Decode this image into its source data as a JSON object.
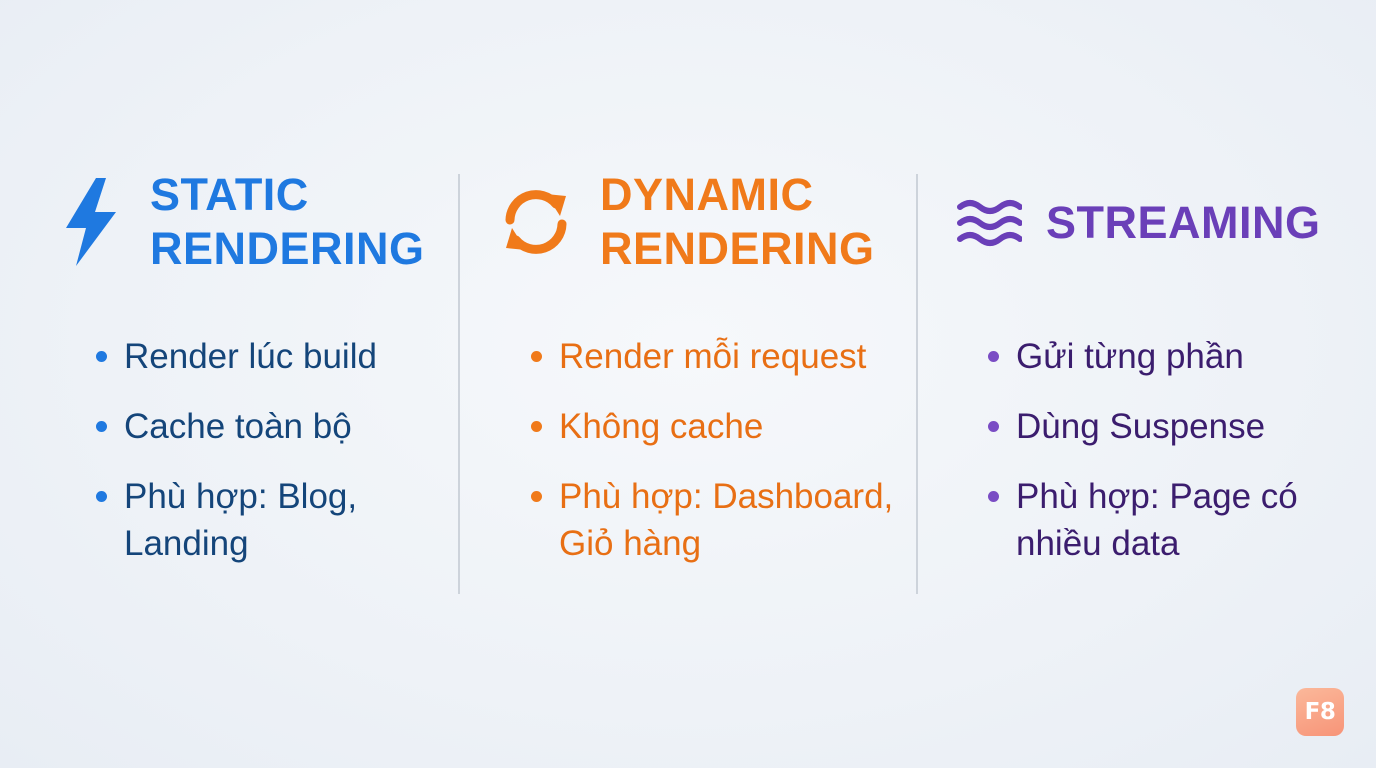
{
  "columns": {
    "static": {
      "icon": "lightning-bolt-icon",
      "title_line1": "STATIC",
      "title_line2": "RENDERING",
      "color": "#1f79e0",
      "bullets": [
        {
          "line1": "Render lúc build",
          "line2": ""
        },
        {
          "line1": "Cache toàn bộ",
          "line2": ""
        },
        {
          "line1": "Phù hợp: Blog,",
          "line2": "Landing"
        }
      ]
    },
    "dynamic": {
      "icon": "refresh-cycle-icon",
      "title_line1": "DYNAMIC",
      "title_line2": "RENDERING",
      "color": "#f07a1a",
      "bullets": [
        {
          "line1": "Render mỗi request",
          "line2": ""
        },
        {
          "line1": "Không cache",
          "line2": ""
        },
        {
          "line1": "Phù hợp: Dashboard,",
          "line2": "Giỏ hàng"
        }
      ]
    },
    "streaming": {
      "icon": "waves-icon",
      "title": "STREAMING",
      "color": "#6a3fb8",
      "bullets": [
        {
          "line1": "Gửi từng phần",
          "line2": ""
        },
        {
          "line1": "Dùng Suspense",
          "line2": ""
        },
        {
          "line1": "Phù hợp: Page có",
          "line2": "nhiều data"
        }
      ]
    }
  },
  "logo": {
    "text": "F8",
    "icon": "f8-logo"
  }
}
